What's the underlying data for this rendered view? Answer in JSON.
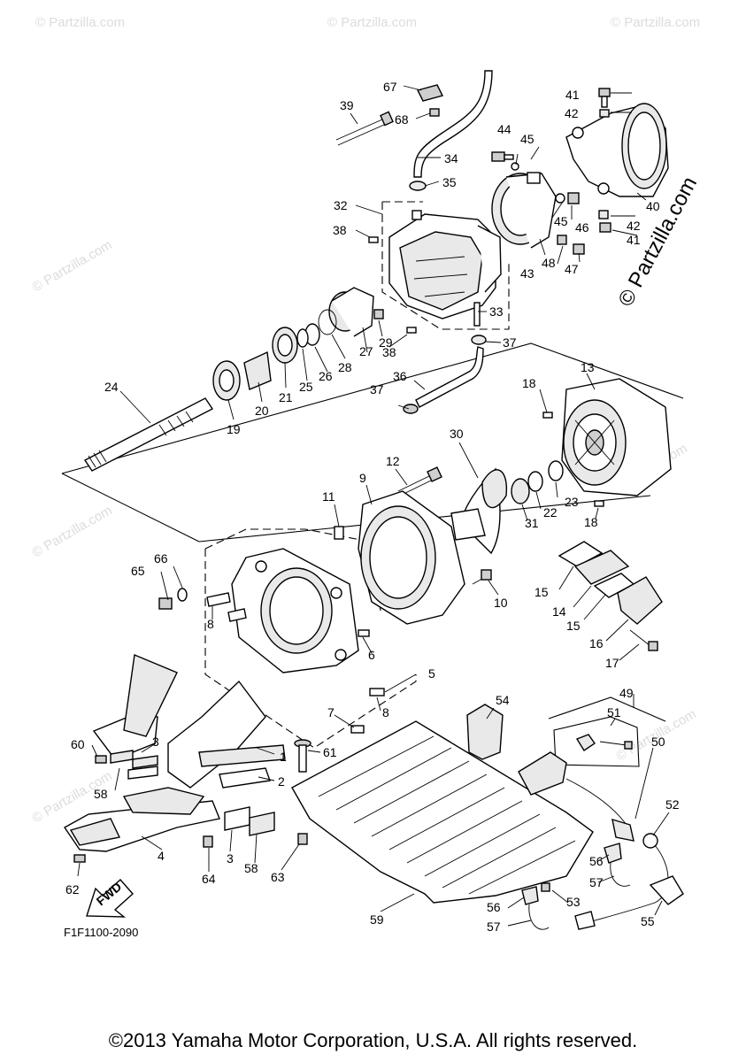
{
  "diagram": {
    "code": "F1F1100-2090",
    "copyright": "©2013 Yamaha Motor Corporation, U.S.A. All rights reserved.",
    "watermark": "© Partzilla.com",
    "watermark_small": "© Partzilla.com",
    "fwd_label": "FWD"
  },
  "callouts": {
    "c1": "1",
    "c2": "2",
    "c3a": "3",
    "c3b": "3",
    "c4": "4",
    "c5": "5",
    "c6": "6",
    "c7": "7",
    "c8a": "8",
    "c8b": "8",
    "c9": "9",
    "c10": "10",
    "c11": "11",
    "c12": "12",
    "c13": "13",
    "c14": "14",
    "c15a": "15",
    "c15b": "15",
    "c16": "16",
    "c17": "17",
    "c18a": "18",
    "c18b": "18",
    "c19": "19",
    "c20": "20",
    "c21": "21",
    "c22": "22",
    "c23": "23",
    "c24": "24",
    "c25": "25",
    "c26": "26",
    "c27": "27",
    "c28": "28",
    "c29": "29",
    "c30": "30",
    "c31": "31",
    "c32": "32",
    "c33": "33",
    "c34": "34",
    "c35": "35",
    "c36": "36",
    "c37a": "37",
    "c37b": "37",
    "c38a": "38",
    "c38b": "38",
    "c39": "39",
    "c40": "40",
    "c41a": "41",
    "c41b": "41",
    "c42a": "42",
    "c42b": "42",
    "c43": "43",
    "c44": "44",
    "c45a": "45",
    "c45b": "45",
    "c46": "46",
    "c47": "47",
    "c48": "48",
    "c49": "49",
    "c50": "50",
    "c51": "51",
    "c52": "52",
    "c53": "53",
    "c54": "54",
    "c55": "55",
    "c56a": "56",
    "c56b": "56",
    "c57a": "57",
    "c57b": "57",
    "c58a": "58",
    "c58b": "58",
    "c59": "59",
    "c60": "60",
    "c61": "61",
    "c62": "62",
    "c63": "63",
    "c64": "64",
    "c65": "65",
    "c66": "66",
    "c67": "67",
    "c68": "68"
  }
}
